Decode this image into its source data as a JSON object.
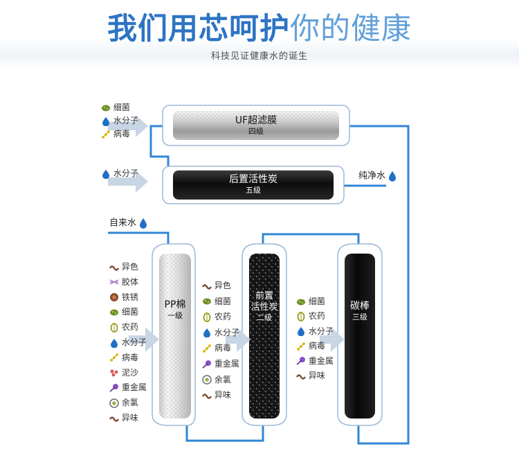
{
  "header": {
    "title_bold": "我们用芯呵护",
    "title_light": "你的健康",
    "subtitle": "科技见证健康水的诞生"
  },
  "colors": {
    "pipe": "#2f86d6",
    "frame": "#9cb8d6",
    "arrow": "#c8d5e4",
    "accent_text": "#2d74c4",
    "drop": "#1f6fc6"
  },
  "stages": {
    "uf": {
      "name": "UF超滤膜",
      "level": "四级"
    },
    "post_carbon": {
      "name": "后置活性炭",
      "level": "五级"
    },
    "pp": {
      "name": "PP棉",
      "level": "一级"
    },
    "pre_carbon": {
      "name_line1": "前置",
      "name_line2": "活性炭",
      "level": "二级"
    },
    "carbon_rod": {
      "name": "碳棒",
      "level": "三级"
    }
  },
  "flow_labels": {
    "inlet": "自来水",
    "outlet": "纯净水"
  },
  "removal": {
    "uf_in": [
      {
        "icon": "bacteria-icon",
        "label": "细菌"
      },
      {
        "icon": "water-drop-icon",
        "label": "水分子"
      },
      {
        "icon": "virus-icon",
        "label": "病毒"
      }
    ],
    "post_in": [
      {
        "icon": "water-drop-icon",
        "label": "水分子"
      }
    ],
    "pp_in": [
      {
        "icon": "odor-icon",
        "label": "异色"
      },
      {
        "icon": "colloid-icon",
        "label": "胶体"
      },
      {
        "icon": "rust-icon",
        "label": "铁锈"
      },
      {
        "icon": "bacteria-icon",
        "label": "细菌"
      },
      {
        "icon": "pesticide-icon",
        "label": "农药"
      },
      {
        "icon": "water-drop-icon",
        "label": "水分子"
      },
      {
        "icon": "virus-icon",
        "label": "病毒"
      },
      {
        "icon": "sediment-icon",
        "label": "泥沙"
      },
      {
        "icon": "heavy-metal-icon",
        "label": "重金属"
      },
      {
        "icon": "chlorine-icon",
        "label": "余氯"
      },
      {
        "icon": "odor-icon",
        "label": "异味"
      }
    ],
    "pre_in": [
      {
        "icon": "odor-icon",
        "label": "异色"
      },
      {
        "icon": "bacteria-icon",
        "label": "细菌"
      },
      {
        "icon": "pesticide-icon",
        "label": "农药"
      },
      {
        "icon": "water-drop-icon",
        "label": "水分子"
      },
      {
        "icon": "virus-icon",
        "label": "病毒"
      },
      {
        "icon": "heavy-metal-icon",
        "label": "重金属"
      },
      {
        "icon": "chlorine-icon",
        "label": "余氯"
      },
      {
        "icon": "odor-icon",
        "label": "异味"
      }
    ],
    "rod_in": [
      {
        "icon": "bacteria-icon",
        "label": "细菌"
      },
      {
        "icon": "pesticide-icon",
        "label": "农药"
      },
      {
        "icon": "water-drop-icon",
        "label": "水分子"
      },
      {
        "icon": "virus-icon",
        "label": "病毒"
      },
      {
        "icon": "heavy-metal-icon",
        "label": "重金属"
      },
      {
        "icon": "odor-icon",
        "label": "异味"
      }
    ]
  }
}
